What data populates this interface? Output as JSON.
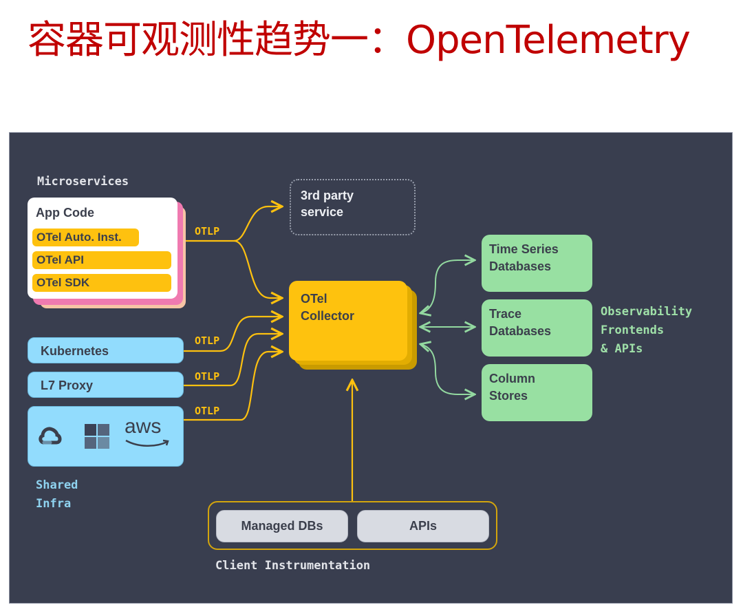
{
  "title": "容器可观测性趋势一：OpenTelemetry",
  "diagram": {
    "microservices": {
      "label": "Microservices",
      "app_code": "App Code",
      "components": [
        "OTel Auto. Inst.",
        "OTel API",
        "OTel SDK"
      ],
      "protocol": "OTLP"
    },
    "third_party": {
      "line1": "3rd party",
      "line2": "service"
    },
    "collector": {
      "line1": "OTel",
      "line2": "Collector"
    },
    "shared_infra": {
      "label_line1": "Shared",
      "label_line2": "Infra",
      "items": [
        {
          "label": "Kubernetes",
          "protocol": "OTLP"
        },
        {
          "label": "L7 Proxy",
          "protocol": "OTLP"
        }
      ],
      "cloud_box": {
        "protocol": "OTLP",
        "icons": [
          "google-cloud-icon",
          "azure-windows-icon",
          "aws-icon"
        ],
        "aws_text": "aws"
      }
    },
    "backends": [
      {
        "line1": "Time Series",
        "line2": "Databases"
      },
      {
        "line1": "Trace",
        "line2": "Databases"
      },
      {
        "line1": "Column",
        "line2": "Stores"
      }
    ],
    "frontends_label": [
      "Observability",
      "Frontends",
      "& APIs"
    ],
    "client_instrumentation": {
      "label": "Client Instrumentation",
      "items": [
        "Managed DBs",
        "APIs"
      ]
    }
  },
  "colors": {
    "title": "#c00000",
    "panel_bg": "#393e4f",
    "otlp_yellow": "#fec10f",
    "infra_blue": "#92dcfd",
    "db_green": "#98e0a2",
    "client_gray": "#d8dbe2"
  }
}
